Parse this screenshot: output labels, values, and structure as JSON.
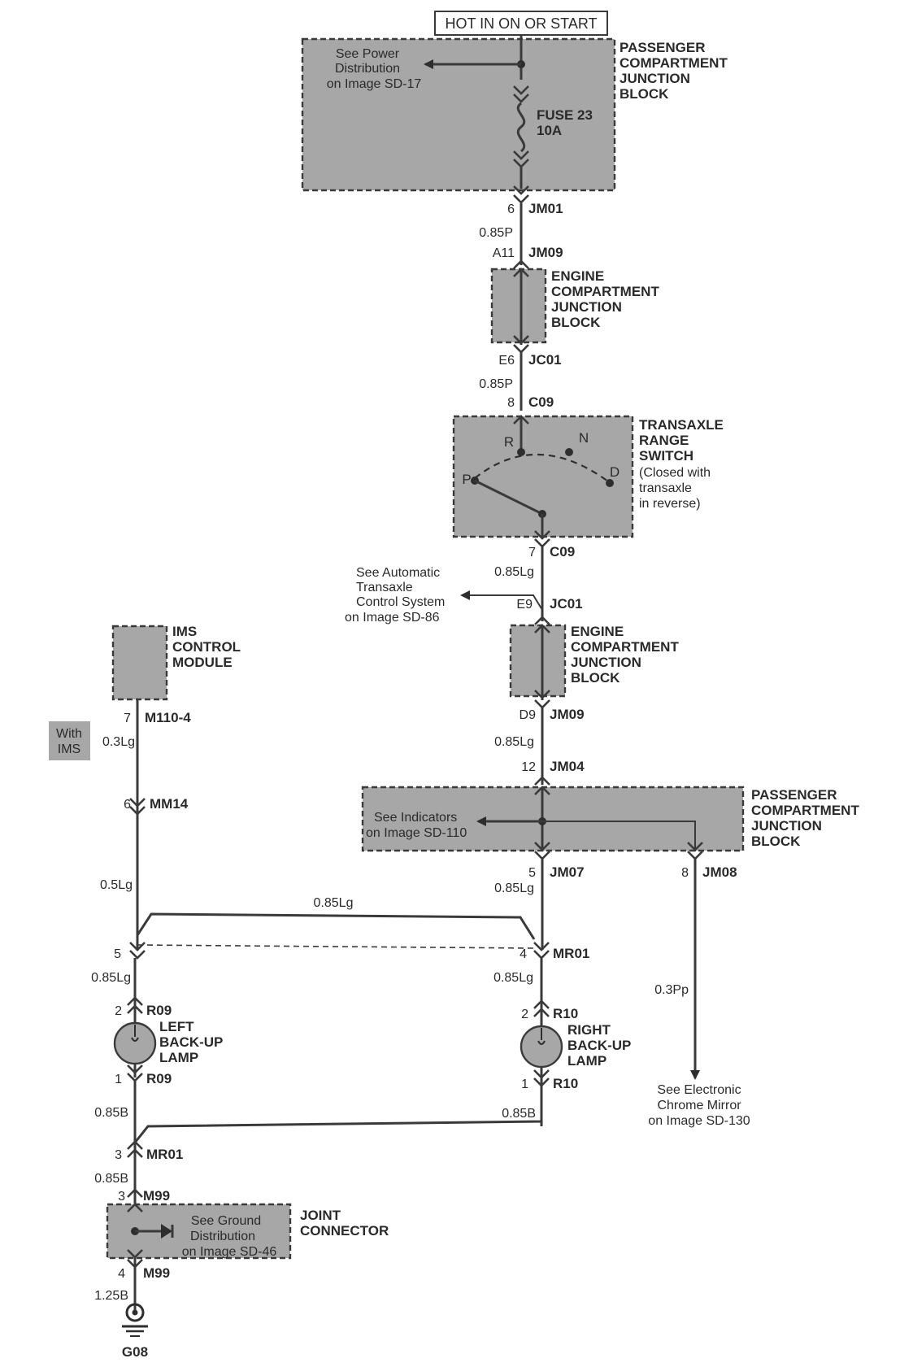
{
  "header": {
    "power_label": "HOT IN ON OR START"
  },
  "pcjb_top": {
    "name_lines": [
      "PASSENGER",
      "COMPARTMENT",
      "JUNCTION",
      "BLOCK"
    ],
    "ref_lines": [
      "See Power",
      "Distribution",
      "on Image SD-17"
    ],
    "fuse_lines": [
      "FUSE 23",
      "10A"
    ]
  },
  "connectors": {
    "jm01_top": {
      "pin": "6",
      "id": "JM01"
    },
    "jm09_top": {
      "pin": "A11",
      "id": "JM09"
    },
    "jc01_top": {
      "pin": "E6",
      "id": "JC01"
    },
    "c09_top": {
      "pin": "8",
      "id": "C09"
    },
    "c09_bottom": {
      "pin": "7",
      "id": "C09"
    },
    "jc01_mid": {
      "pin": "E9",
      "id": "JC01"
    },
    "jm09_mid": {
      "pin": "D9",
      "id": "JM09"
    },
    "jm04": {
      "pin": "12",
      "id": "JM04"
    },
    "jm07": {
      "pin": "5",
      "id": "JM07"
    },
    "jm08": {
      "pin": "8",
      "id": "JM08"
    },
    "m110": {
      "pin": "7",
      "id": "M110-4"
    },
    "mm14": {
      "pin": "6",
      "id": "MM14"
    },
    "mr01_left": {
      "pin": "5"
    },
    "mr01_right": {
      "pin": "4",
      "id": "MR01"
    },
    "r09_top": {
      "pin": "2",
      "id": "R09"
    },
    "r09_bottom": {
      "pin": "1",
      "id": "R09"
    },
    "r10_top": {
      "pin": "2",
      "id": "R10"
    },
    "r10_bottom": {
      "pin": "1",
      "id": "R10"
    },
    "mr01_bottom": {
      "pin": "3",
      "id": "MR01"
    },
    "m99_top": {
      "pin": "3",
      "id": "M99"
    },
    "m99_bottom": {
      "pin": "4",
      "id": "M99"
    }
  },
  "wires": {
    "w1": "0.85P",
    "w2": "0.85P",
    "w3": "0.85Lg",
    "w4": "0.85Lg",
    "w5": "0.85Lg",
    "w6": "0.3Lg",
    "w7": "0.5Lg",
    "w8": "0.85Lg",
    "w9": "0.85Lg",
    "w10": "0.85Lg",
    "w11": "0.3Pp",
    "w12": "0.85B",
    "w13": "0.85B",
    "w14": "0.85B",
    "w15": "1.25B"
  },
  "ecjb": {
    "name_lines": [
      "ENGINE",
      "COMPARTMENT",
      "JUNCTION",
      "BLOCK"
    ]
  },
  "trs": {
    "name_lines": [
      "TRANSAXLE",
      "RANGE",
      "SWITCH"
    ],
    "note_lines": [
      "(Closed with",
      "transaxle",
      "in reverse)"
    ],
    "positions": [
      "R",
      "N",
      "P",
      "D"
    ]
  },
  "atcs_ref": {
    "lines": [
      "See Automatic",
      "Transaxle",
      "Control System",
      "on Image SD-86"
    ]
  },
  "ims": {
    "name_lines": [
      "IMS",
      "CONTROL",
      "MODULE"
    ],
    "badge_lines": [
      "With",
      "IMS"
    ]
  },
  "pcjb_mid": {
    "name_lines": [
      "PASSENGER",
      "COMPARTMENT",
      "JUNCTION",
      "BLOCK"
    ],
    "ref_lines": [
      "See Indicators",
      "on Image SD-110"
    ]
  },
  "lamps": {
    "left_lines": [
      "LEFT",
      "BACK-UP",
      "LAMP"
    ],
    "right_lines": [
      "RIGHT",
      "BACK-UP",
      "LAMP"
    ]
  },
  "mirror_ref": {
    "lines": [
      "See Electronic",
      "Chrome Mirror",
      "on Image SD-130"
    ]
  },
  "joint": {
    "name_lines": [
      "JOINT",
      "CONNECTOR"
    ],
    "ref_lines": [
      "See Ground",
      "Distribution",
      "on Image SD-46"
    ]
  },
  "ground": {
    "id": "G08"
  }
}
